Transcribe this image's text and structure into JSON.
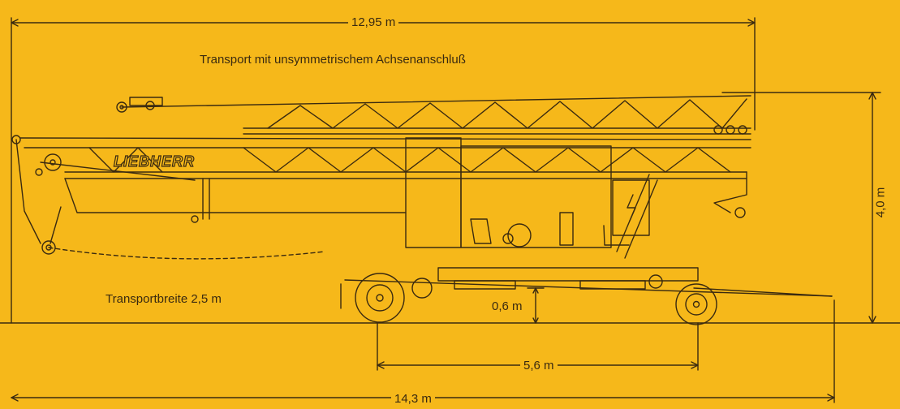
{
  "title": "Transport mit unsymmetrischem Achsenanschluß",
  "brand": "LIEBHERR",
  "transport_width": "Transportbreite 2,5 m",
  "dimensions": {
    "total_length_top": "12,95 m",
    "height": "4,0 m",
    "ground_clearance": "0,6 m",
    "axle_distance": "5,6 m",
    "total_length_bottom": "14,3 m"
  },
  "colors": {
    "background": "#f6b81a",
    "ink": "#3a2a10"
  }
}
